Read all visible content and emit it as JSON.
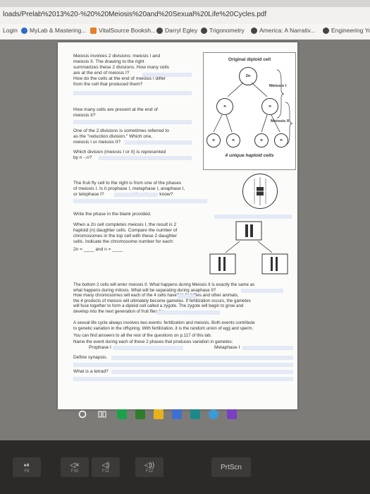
{
  "browser": {
    "url": "loads/Prelab%2013%20-%20%20Meiosis%20and%20Sexual%20Life%20Cycles.pdf"
  },
  "bookmarks": [
    {
      "label": "Login",
      "icon": "page-icon"
    },
    {
      "label": "MyLab & Mastering...",
      "icon": "mylab-icon"
    },
    {
      "label": "VitalSource Booksh...",
      "icon": "vitalsource-icon"
    },
    {
      "label": "Darryl Egley",
      "icon": "globe-icon"
    },
    {
      "label": "Trigonometry",
      "icon": "globe-icon"
    },
    {
      "label": "America: A Narrativ...",
      "icon": "globe-icon"
    },
    {
      "label": "Engineering Yo",
      "icon": "globe-icon"
    }
  ],
  "page": {
    "intro_lines": [
      "Meiosis involves 2 divisions: meiosis I and",
      "meiosis II.    The drawing to the right",
      "summarizes these 2 divisions. How many cells",
      "are at the end of meiosis I?",
      "How do the cells at the end of meiosis I differ",
      "from the cell that produced them?"
    ],
    "q_cells_lines": [
      "How many cells are present at the end of",
      "meiosis II?"
    ],
    "q_reduction_lines": [
      "One of the 2 divisions is sometimes referred to",
      "as the \"reduction division.\"  Which one,",
      "meiosis I or meiosis II?"
    ],
    "q_represented_lines": [
      "Which division (meiosis I or II) is represented",
      "by n→n?"
    ],
    "diagram": {
      "title": "Original diploid cell",
      "top_cell": "2n",
      "mid_cells": [
        "n",
        "n"
      ],
      "bottom_cells": [
        "n",
        "n",
        "n",
        "n"
      ],
      "label_meiosis1": "Meiosis I",
      "label_meiosis2": "Meiosis II",
      "caption": "4 unique haploid cells"
    },
    "fly_lines": [
      "The fruit fly cell to the right is from one of the phases",
      "of meiosis I. Is it prophase I, metaphase I, anaphase I,",
      "or telophase I?",
      "How do you know?"
    ],
    "write_phase": "Write the phase in the blank provided.",
    "haploid_lines": [
      "When a 2n cell completes meiosis I, the result is 2",
      "haploid (n) daughter cells. Compare the number of",
      "chromosomes in the top cell with these 2 daughter",
      "cells. Indicate the chromosome number for each:",
      "2n = ____ and n = ____"
    ],
    "bottom_lines": [
      "The bottom 2 cells will enter meiosis II. What happens during Meiosis II is exactly the same as",
      "what happens during mitosis. What will be separating during anaphase II?",
      "How many chromosomes will each of the 4 cells have?             In fruit flies and other animals,",
      "the 4 products of meiosis will ultimately become gametes. If fertilization occurs, the gametes",
      "will fuse together to form a diploid cell called a zygote.  The zygote will begin to grow and",
      "develop into the next generation of fruit flies by"
    ],
    "sexual_lines": [
      "A sexual life cycle always involves two events: fertilization and meiosis. Both events contribute",
      "to genetic variation in the offspring. With fertilization, it is the random union of egg and sperm.",
      "You can find answers to all the rest of the questions on p.117 of this lab.",
      "Name the event during each of these 2 phases that produces variation in gametes:"
    ],
    "prophase": "Prophase I",
    "metaphase": "Metaphase I",
    "define_synapsis": "Define synapsis.",
    "what_tetrad": "What is a tetrad?"
  },
  "keyboard": {
    "keys": [
      {
        "main": "⏯",
        "sub": "F8"
      },
      {
        "main": "◁×",
        "sub": "F10"
      },
      {
        "main": "◁)",
        "sub": "F11"
      },
      {
        "main": "◁))",
        "sub": "F12"
      },
      {
        "main": "PrtScn",
        "sub": ""
      }
    ]
  }
}
